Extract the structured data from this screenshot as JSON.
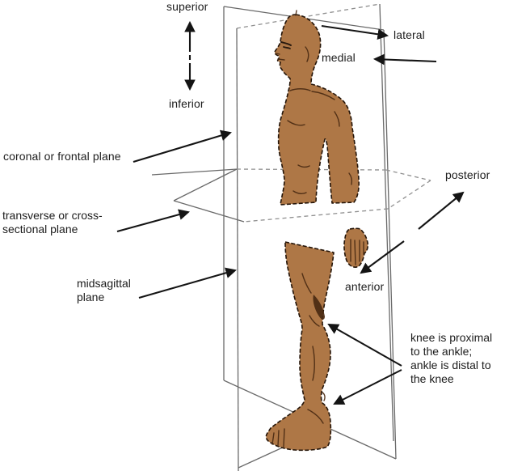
{
  "figure": {
    "background": "#ffffff",
    "colors": {
      "skin": "#ae7746",
      "outline": "#241408",
      "detail": "#4a2a12",
      "plane_line": "#6a6a6a",
      "plane_dash": "#8f8f8f",
      "arrow": "#141414",
      "text": "#1c1c1c"
    },
    "labels": {
      "superior": "superior",
      "inferior": "inferior",
      "lateral": "lateral",
      "medial": "medial",
      "coronal": "coronal or frontal plane",
      "transverse_line1": "transverse or cross-",
      "transverse_line2": "sectional plane",
      "midsagittal_line1": "midsagittal",
      "midsagittal_line2": "plane",
      "posterior": "posterior",
      "anterior": "anterior",
      "knee_line1": "knee is proximal",
      "knee_line2": "to the ankle;",
      "knee_line3": "ankle is distal to",
      "knee_line4": "the knee"
    }
  }
}
